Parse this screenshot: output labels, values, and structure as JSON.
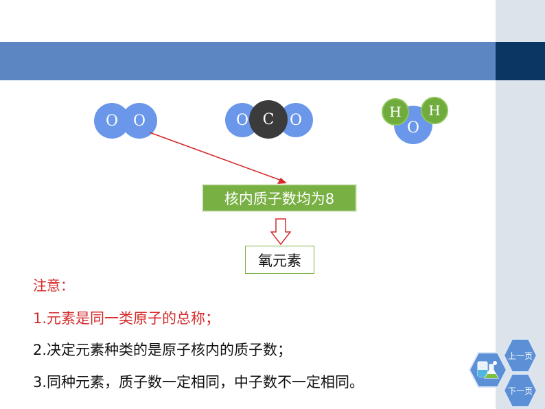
{
  "molecules": {
    "o2": {
      "atom1": "O",
      "atom2": "O"
    },
    "co2": {
      "left": "O",
      "center": "C",
      "right": "O"
    },
    "h2o": {
      "center": "O",
      "left": "H",
      "right": "H"
    }
  },
  "boxes": {
    "proton_box": "核内质子数均为8",
    "element_box": "氧元素"
  },
  "notes": {
    "heading": "注意：",
    "line1": "1.元素是同一类原子的总称；",
    "line2": "2.决定元素种类的是原子核内的质子数；",
    "line3": "3.同种元素，质子数一定相同，中子数不一定相同。"
  },
  "nav": {
    "prev_label": "上一页",
    "next_label": "下一页"
  },
  "colors": {
    "band": "#5b86c2",
    "band_dark": "#0b3563",
    "atom_blue": "#6b97ea",
    "atom_dark": "#3b3b3b",
    "atom_green": "#6fab3d",
    "box_green": "#78b043",
    "arrow_red": "#d42a2a",
    "note_red": "#d42a2a",
    "nav_blue": "#5b8fd6"
  }
}
